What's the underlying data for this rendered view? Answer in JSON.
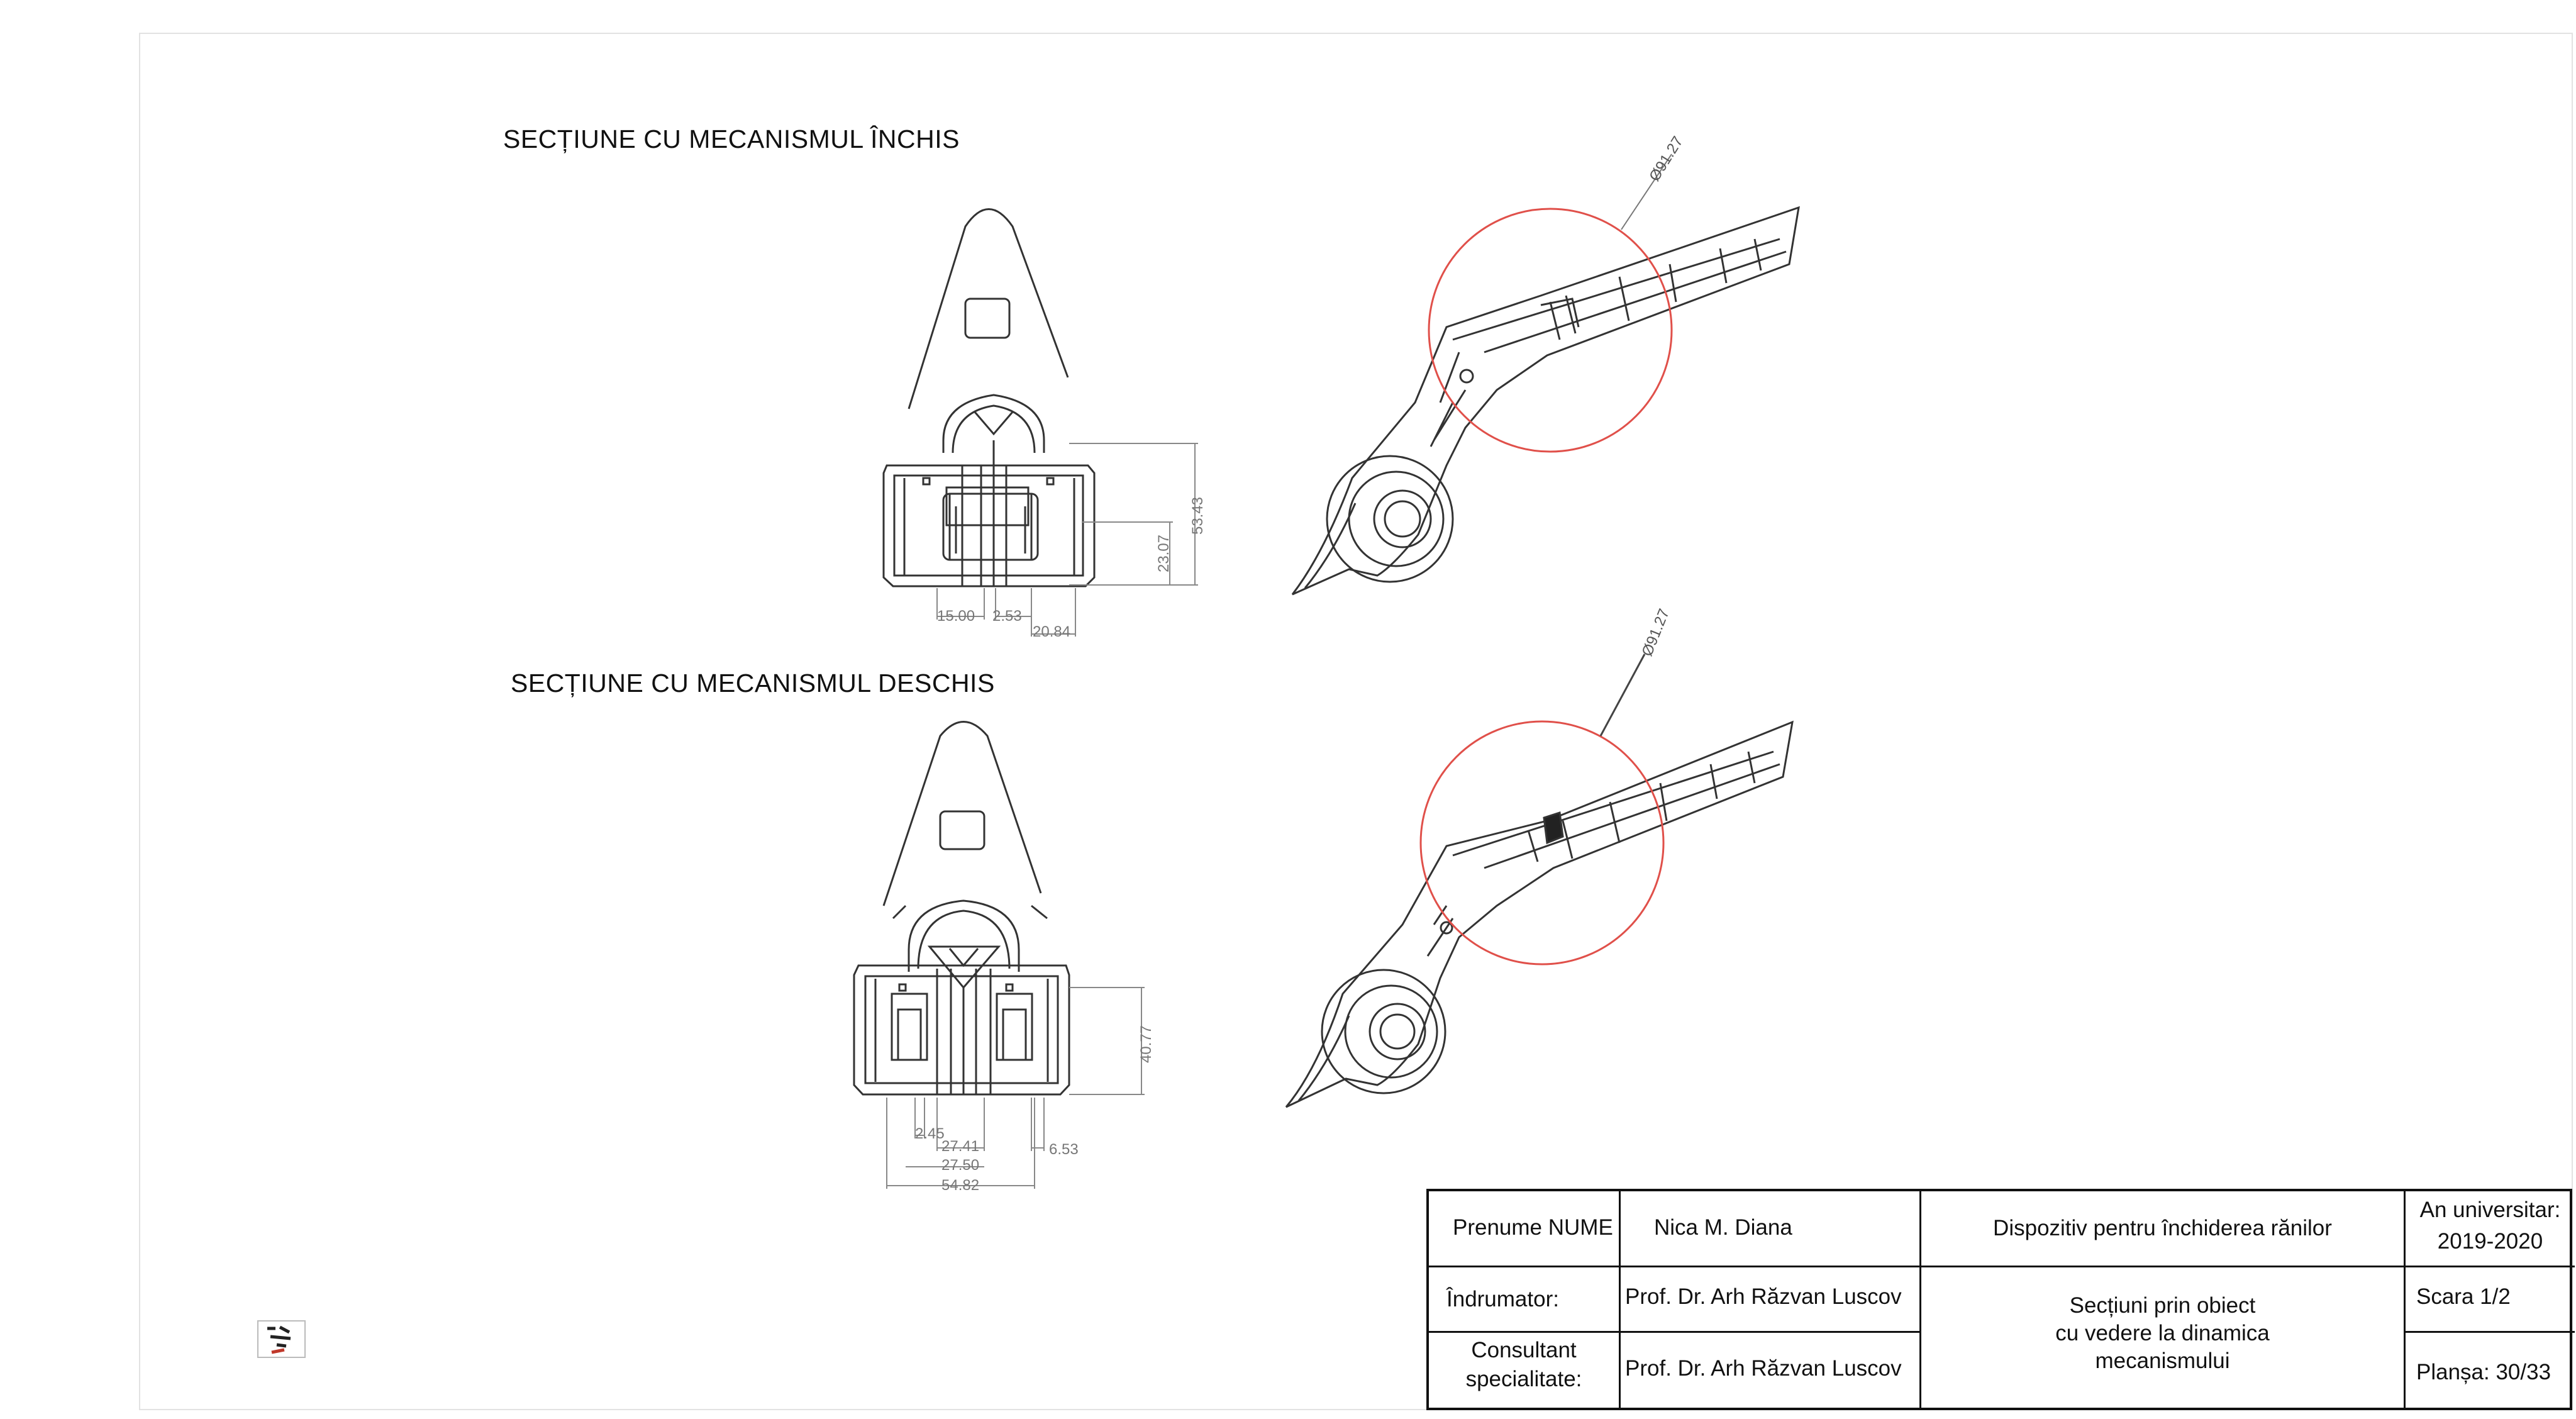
{
  "drawing": {
    "closed_section_title": "SECȚIUNE CU MECANISMUL ÎNCHIS",
    "open_section_title": "SECȚIUNE CU MECANISMUL DESCHIS",
    "closed_dimensions": {
      "overall_height": "53.43",
      "inner_height": "23.07",
      "left_offset": "15.00",
      "gap": "2.53",
      "width": "20.84"
    },
    "open_dimensions": {
      "height": "40.77",
      "gap": "2.45",
      "inner_span": "27.41",
      "mid_span": "27.50",
      "overall_width": "54.82",
      "right_offset": "6.53"
    },
    "detail_circle_top_label": "Ø91.27",
    "detail_circle_bottom_label": "Ø91.27",
    "colors": {
      "detail_circle": "#e0504a",
      "line": "#333333",
      "dimension": "#888888"
    }
  },
  "title_block": {
    "name_label": "Prenume NUME",
    "name_value": "Nica M. Diana",
    "project_title": "Dispozitiv pentru închiderea rănilor",
    "year_label": "An universitar:",
    "year_value": "2019-2020",
    "advisor_label": "Îndrumator:",
    "advisor_value": "Prof. Dr. Arh Răzvan Luscov",
    "sheet_subject_line1": "Secțiuni prin obiect",
    "sheet_subject_line2": "cu vedere la dinamica",
    "sheet_subject_line3": "mecanismului",
    "scale": "Scara 1/2",
    "consultant_label_line1": "Consultant",
    "consultant_label_line2": "specialitate:",
    "consultant_value": "Prof. Dr. Arh Răzvan Luscov",
    "sheet_number": "Planșa: 30/33"
  }
}
